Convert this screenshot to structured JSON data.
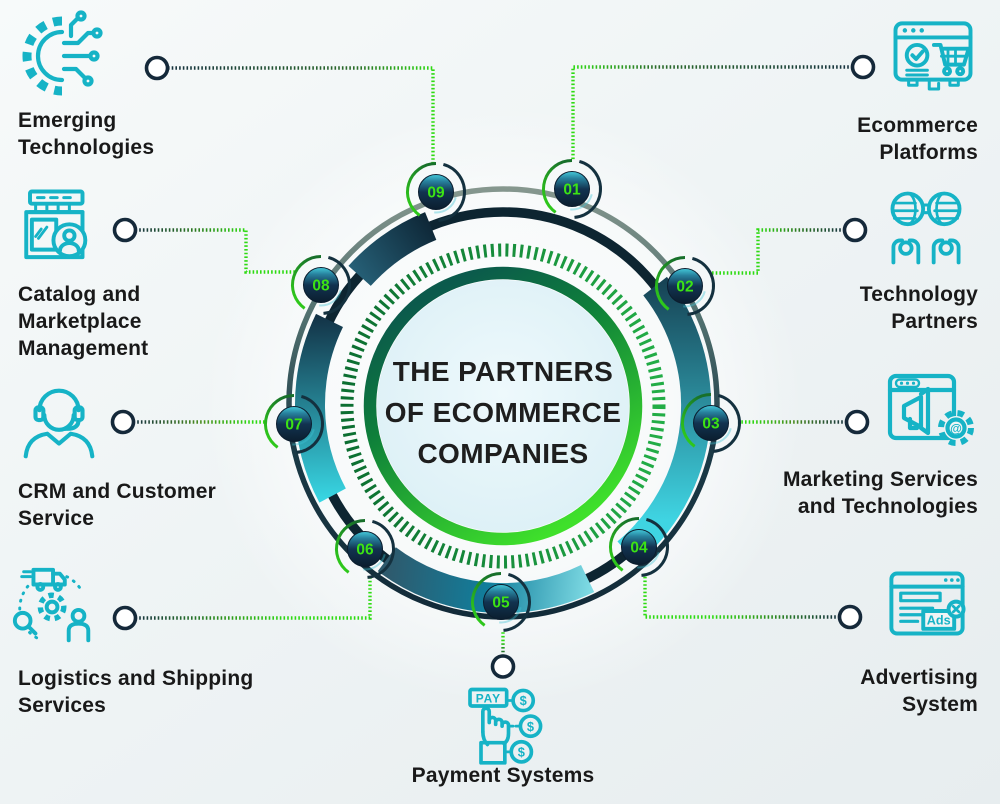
{
  "title": {
    "line1": "THE PARTNERS",
    "line2": "OF ECOMMERCE",
    "line3": "COMPANIES"
  },
  "items": [
    {
      "num": "01",
      "line1": "Ecommerce",
      "line2": "Platforms"
    },
    {
      "num": "02",
      "line1": "Technology",
      "line2": "Partners"
    },
    {
      "num": "03",
      "line1": "Marketing Services",
      "line2": "and Technologies"
    },
    {
      "num": "04",
      "line1": "Advertising",
      "line2": "System"
    },
    {
      "num": "05",
      "line1": "Payment Systems"
    },
    {
      "num": "06",
      "line1": "Logistics and Shipping",
      "line2": "Services"
    },
    {
      "num": "07",
      "line1": "CRM and Customer",
      "line2": "Service"
    },
    {
      "num": "08",
      "line1": "Catalog and",
      "line2": "Marketplace",
      "line3": "Management"
    },
    {
      "num": "09",
      "line1": "Emerging",
      "line2": "Technologies"
    }
  ],
  "icon_text": {
    "pay": "PAY",
    "ads": "Ads",
    "at": "@",
    "dollar": "$"
  },
  "colors": {
    "icon_teal": "#16b3c6",
    "bright_green": "#2edb12",
    "dark_navy": "#132b3a",
    "badge_number_green": "#3ce414",
    "tick_green": "#1c9c40",
    "center_fill": "#e1f3f8"
  }
}
